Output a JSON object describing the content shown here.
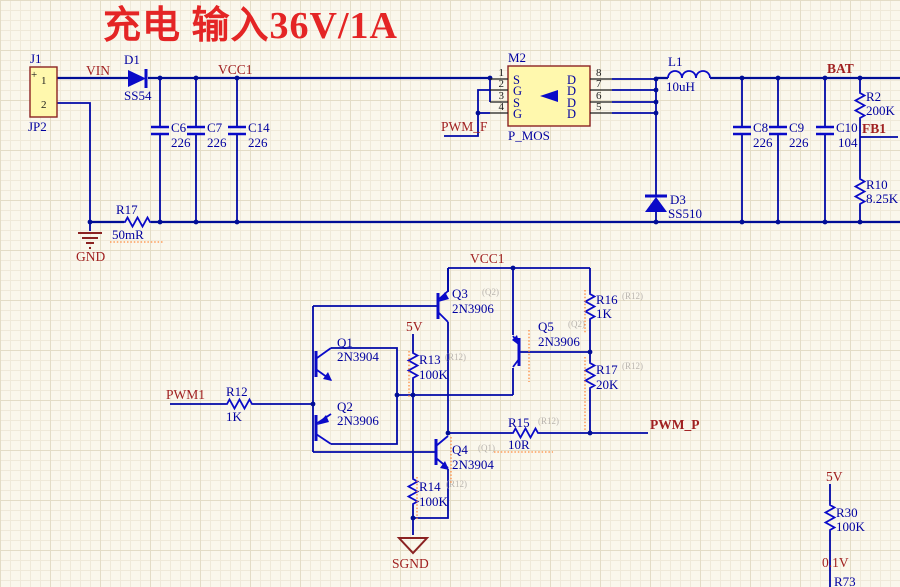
{
  "title": {
    "text": "充电  输入36V/1A"
  },
  "colors": {
    "wire_blue": "#0008a8",
    "component_blue": "#0000a0",
    "net_label_red": "#a02020",
    "body_yellow": "#fff8ad",
    "body_border": "#8b2222",
    "title_red": "#e42525",
    "error_marker_orange": "#ff8a3c",
    "annotation_gray": "#b9b4ae",
    "background": "#faf7ec"
  },
  "nets": {
    "vin": "VIN",
    "vcc1": "VCC1",
    "vcc1_lower": "VCC1",
    "bat": "BAT",
    "fb1": "FB1",
    "gnd": "GND",
    "sgnd": "SGND",
    "pwm_f": "PWM_F",
    "pwm1": "PWM1",
    "pwm_p": "PWM_P",
    "v5_mid": "5V",
    "v5_br": "5V",
    "v01": "0.1V"
  },
  "components": {
    "j1": {
      "ref": "J1",
      "value": "JP2",
      "plus": "+",
      "pin1": "1",
      "pin2": "2"
    },
    "d1": {
      "ref": "D1",
      "value": "SS54"
    },
    "c6": {
      "ref": "C6",
      "value": "226"
    },
    "c7": {
      "ref": "C7",
      "value": "226"
    },
    "c14": {
      "ref": "C14",
      "value": "226"
    },
    "m2": {
      "ref": "M2",
      "value": "P_MOS",
      "left_nums": [
        "1",
        "2",
        "3",
        "4"
      ],
      "left_types": [
        "S",
        "G",
        "S",
        "G"
      ],
      "right_nums": [
        "8",
        "7",
        "6",
        "5"
      ],
      "right_types": [
        "D",
        "D",
        "D",
        "D"
      ]
    },
    "l1": {
      "ref": "L1",
      "value": "10uH"
    },
    "d3": {
      "ref": "D3",
      "value": "SS510"
    },
    "c8": {
      "ref": "C8",
      "value": "226"
    },
    "c9": {
      "ref": "C9",
      "value": "226"
    },
    "c10": {
      "ref": "C10",
      "value": "104"
    },
    "r2": {
      "ref": "R2",
      "value": "200K"
    },
    "r10": {
      "ref": "R10",
      "value": "8.25K"
    },
    "r17_sense": {
      "ref": "R17",
      "value": "50mR"
    },
    "r12": {
      "ref": "R12",
      "value": "1K"
    },
    "r13": {
      "ref": "R13",
      "value": "100K",
      "annotation": "(R12)"
    },
    "r14": {
      "ref": "R14",
      "value": "100K",
      "annotation": "(R12)"
    },
    "r15": {
      "ref": "R15",
      "value": "10R",
      "annotation": "(R12)"
    },
    "r16": {
      "ref": "R16",
      "value": "1K",
      "annotation": "(R12)"
    },
    "r17_20k": {
      "ref": "R17",
      "value": "20K",
      "annotation": "(R12)"
    },
    "q1": {
      "ref": "Q1",
      "value": "2N3904"
    },
    "q2": {
      "ref": "Q2",
      "value": "2N3906"
    },
    "q3": {
      "ref": "Q3",
      "value": "2N3906",
      "annotation": "(Q2)"
    },
    "q4": {
      "ref": "Q4",
      "value": "2N3904",
      "annotation": "(Q1)"
    },
    "q5": {
      "ref": "Q5",
      "value": "2N3906",
      "annotation": "(Q2)"
    },
    "r30": {
      "ref": "R30",
      "value": "100K"
    },
    "r73": {
      "ref": "R73"
    }
  }
}
